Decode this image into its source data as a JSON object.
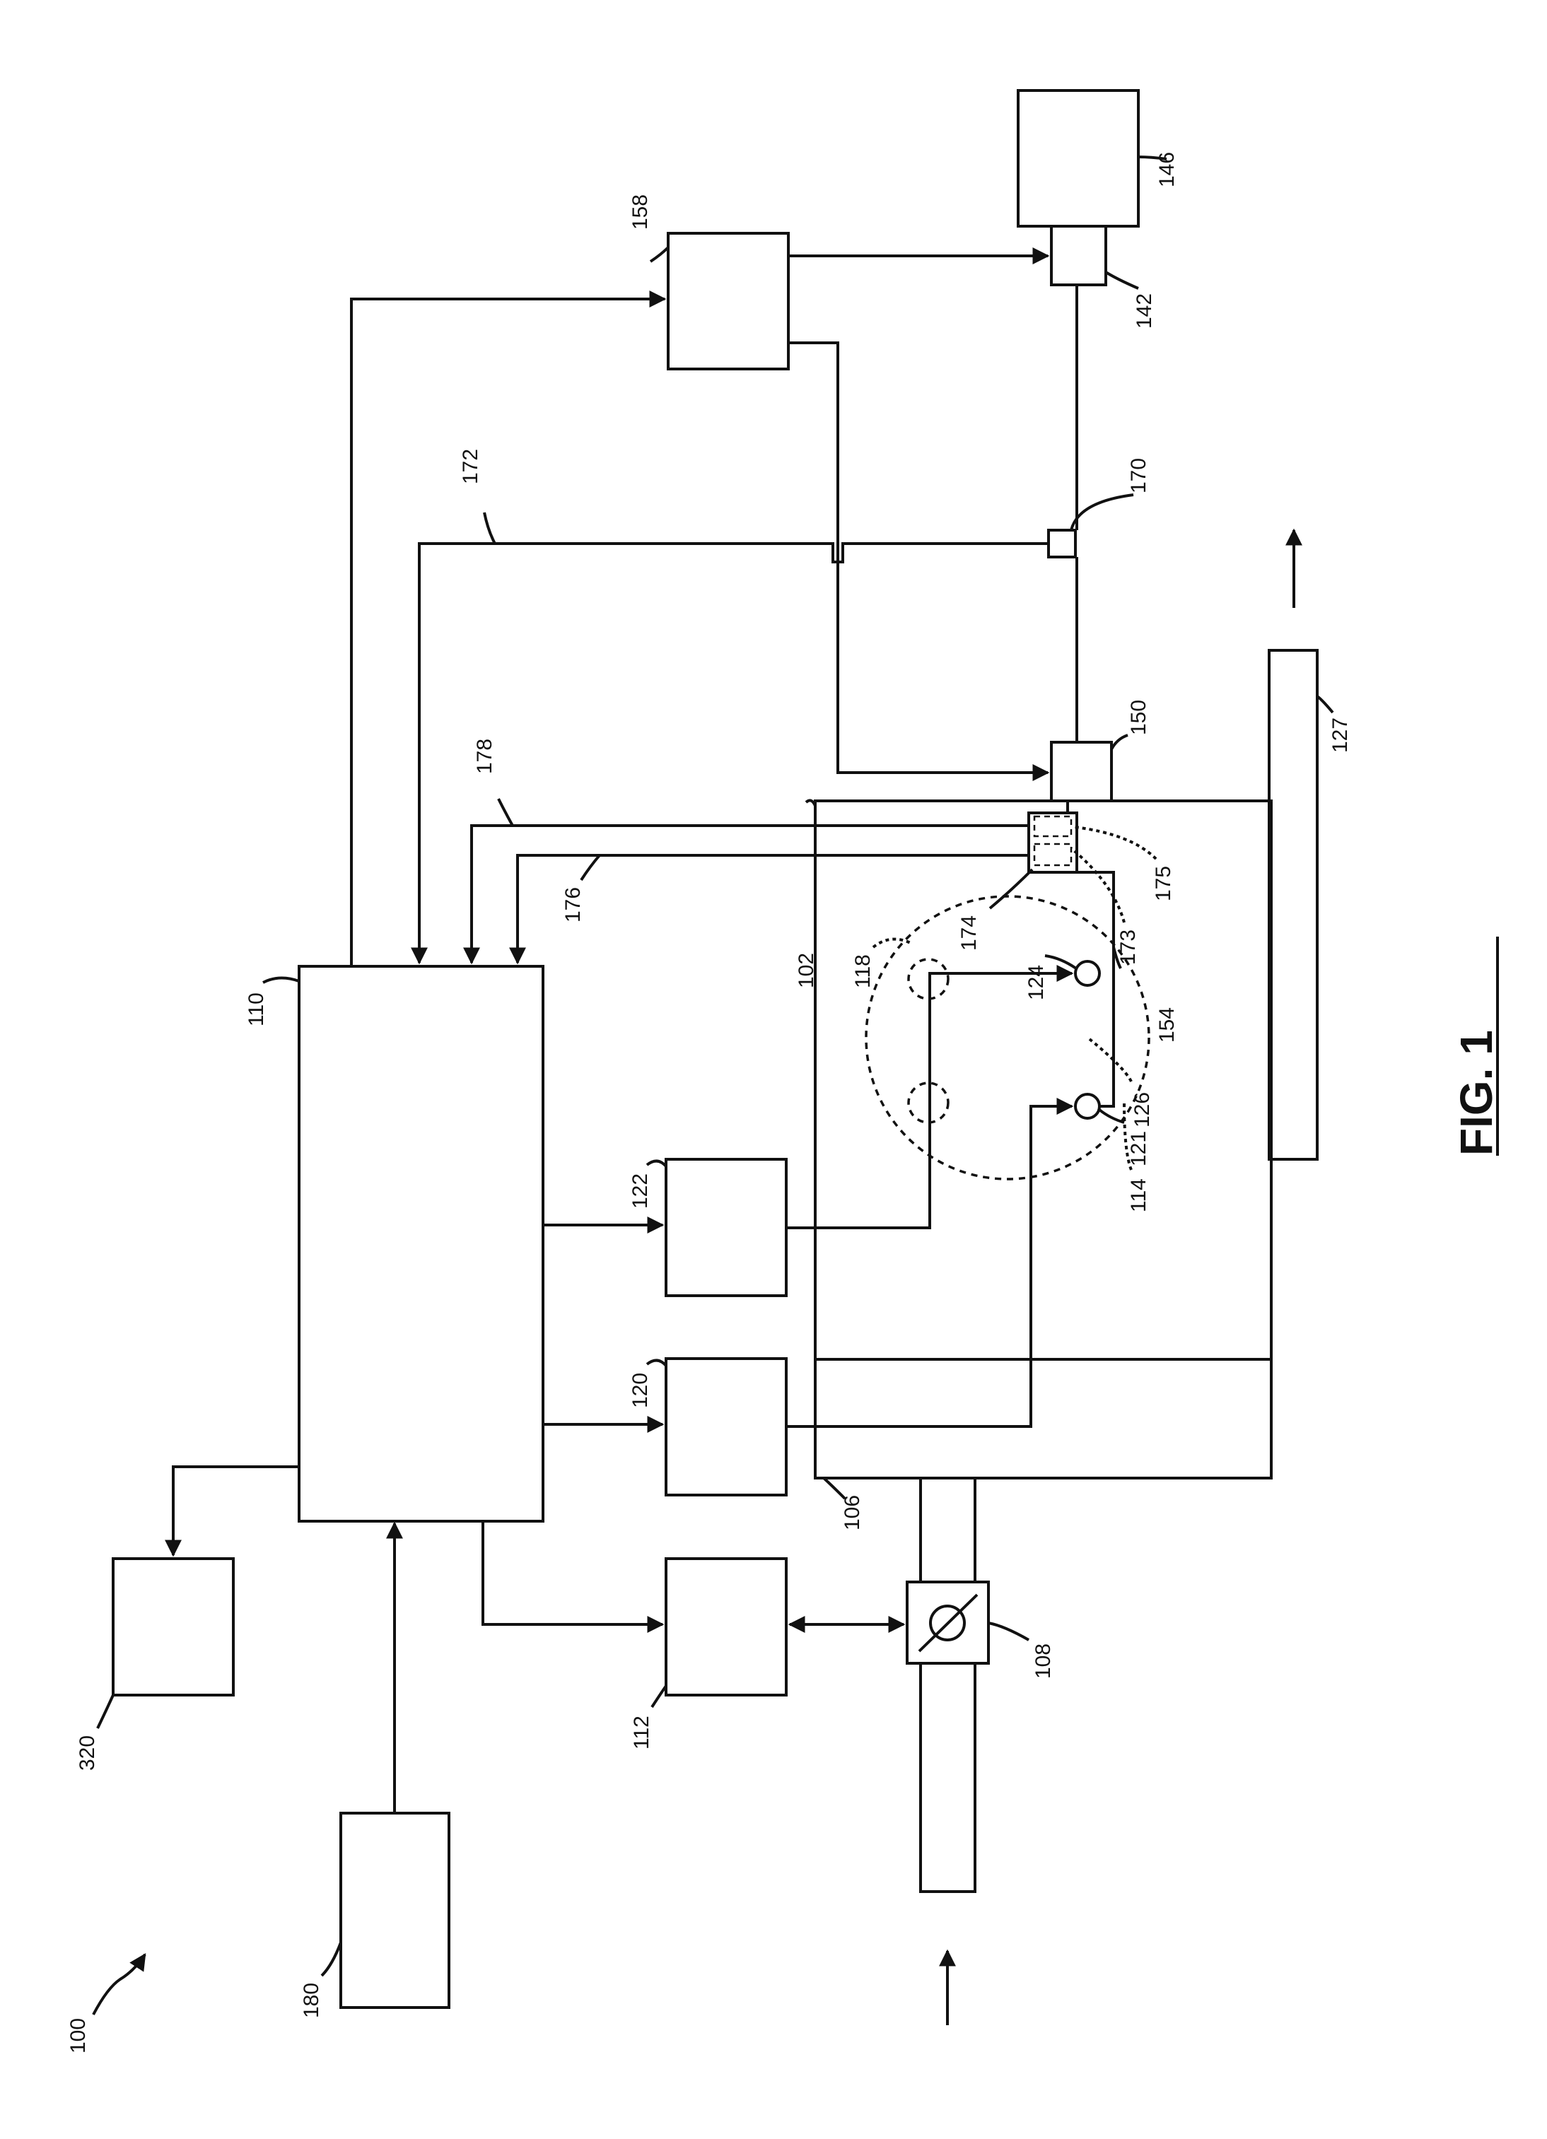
{
  "figure": {
    "caption": "FIG. 1",
    "labels": {
      "n100": "100",
      "n180": "180",
      "n320": "320",
      "n112": "112",
      "n108": "108",
      "n106": "106",
      "n120": "120",
      "n122": "122",
      "n110": "110",
      "n124": "124",
      "n121": "121",
      "n114": "114",
      "n126": "126",
      "n154": "154",
      "n118": "118",
      "n102": "102",
      "n174": "174",
      "n173": "173",
      "n175": "175",
      "n176": "176",
      "n178": "178",
      "n150": "150",
      "n127": "127",
      "n172": "172",
      "n170": "170",
      "n158": "158",
      "n142": "142",
      "n146": "146"
    }
  }
}
